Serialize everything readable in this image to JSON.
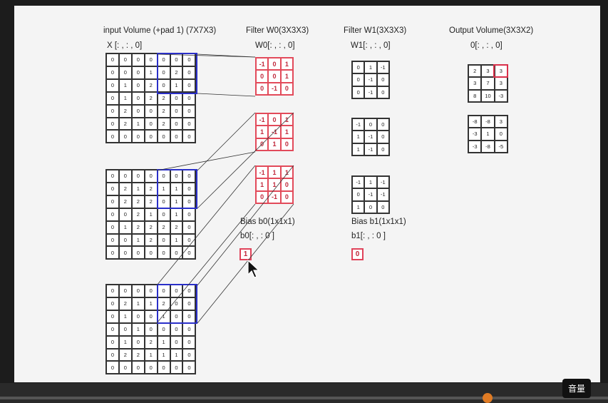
{
  "labels": {
    "input_title": "input Volume (+pad 1)  (7X7X3)",
    "input_slice": "X [: , : , 0]",
    "w0_title": "Filter W0(3X3X3)",
    "w0_slice": "W0[: , : , 0]",
    "w1_title": "Filter W1(3X3X3)",
    "w1_slice": "W1[: , : , 0]",
    "out_title": "Output Volume(3X3X2)",
    "out_slice": "0[: , : , 0]",
    "b0_title": "Bias b0(1x1x1)",
    "b0_slice": "b0[: , : 0 ]",
    "b1_title": "Bias b1(1x1x1)",
    "b1_slice": "b1[: , : 0 ]",
    "b0_value": "1",
    "b1_value": "0",
    "volume_tooltip": "音量"
  },
  "input": [
    [
      [
        0,
        0,
        0,
        0,
        0,
        0,
        0
      ],
      [
        0,
        0,
        0,
        1,
        0,
        2,
        0
      ],
      [
        0,
        1,
        0,
        2,
        0,
        1,
        0
      ],
      [
        0,
        1,
        0,
        2,
        2,
        0,
        0
      ],
      [
        0,
        2,
        0,
        0,
        2,
        0,
        0
      ],
      [
        0,
        2,
        1,
        0,
        2,
        0,
        0
      ],
      [
        0,
        0,
        0,
        0,
        0,
        0,
        0
      ]
    ],
    [
      [
        0,
        0,
        0,
        0,
        0,
        0,
        0
      ],
      [
        0,
        2,
        1,
        2,
        1,
        1,
        0
      ],
      [
        0,
        2,
        2,
        2,
        0,
        1,
        0
      ],
      [
        0,
        0,
        2,
        1,
        0,
        1,
        0
      ],
      [
        0,
        1,
        2,
        2,
        2,
        2,
        0
      ],
      [
        0,
        0,
        1,
        2,
        0,
        1,
        0
      ],
      [
        0,
        0,
        0,
        0,
        0,
        0,
        0
      ]
    ],
    [
      [
        0,
        0,
        0,
        0,
        0,
        0,
        0
      ],
      [
        0,
        2,
        1,
        1,
        2,
        0,
        0
      ],
      [
        0,
        1,
        0,
        0,
        1,
        0,
        0
      ],
      [
        0,
        0,
        1,
        0,
        0,
        0,
        0
      ],
      [
        0,
        1,
        0,
        2,
        1,
        0,
        0
      ],
      [
        0,
        2,
        2,
        1,
        1,
        1,
        0
      ],
      [
        0,
        0,
        0,
        0,
        0,
        0,
        0
      ]
    ]
  ],
  "w0": [
    [
      [
        -1,
        0,
        1
      ],
      [
        0,
        0,
        1
      ],
      [
        0,
        -1,
        0
      ]
    ],
    [
      [
        -1,
        0,
        1
      ],
      [
        1,
        -1,
        1
      ],
      [
        0,
        1,
        0
      ]
    ],
    [
      [
        -1,
        1,
        1
      ],
      [
        1,
        1,
        0
      ],
      [
        0,
        -1,
        0
      ]
    ]
  ],
  "w1": [
    [
      [
        0,
        1,
        -1
      ],
      [
        0,
        -1,
        0
      ],
      [
        0,
        -1,
        0
      ]
    ],
    [
      [
        -1,
        0,
        0
      ],
      [
        1,
        -1,
        0
      ],
      [
        1,
        -1,
        0
      ]
    ],
    [
      [
        -1,
        1,
        -1
      ],
      [
        0,
        -1,
        -1
      ],
      [
        1,
        0,
        0
      ]
    ]
  ],
  "output": [
    [
      [
        2,
        3,
        3
      ],
      [
        3,
        7,
        3
      ],
      [
        8,
        10,
        -3
      ]
    ],
    [
      [
        -8,
        -8,
        3
      ],
      [
        -3,
        1,
        0
      ],
      [
        -3,
        -8,
        -5
      ]
    ]
  ]
}
